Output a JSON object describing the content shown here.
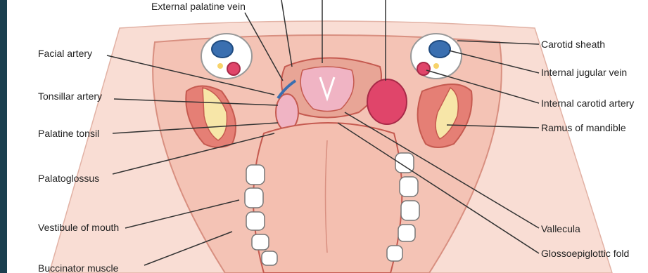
{
  "labels": {
    "left": {
      "external_palatine_vein": "External palatine vein",
      "facial_artery": "Facial artery",
      "tonsillar_artery": "Tonsillar artery",
      "palatine_tonsil": "Palatine tonsil",
      "palatoglossus": "Palatoglossus",
      "vestibule_of_mouth": "Vestibule of mouth",
      "buccinator_muscle": "Buccinator muscle"
    },
    "right": {
      "carotid_sheath": "Carotid sheath",
      "internal_jugular_vein": "Internal jugular vein",
      "internal_carotid_artery": "Internal carotid artery",
      "ramus_of_mandible": "Ramus of mandible",
      "vallecula": "Vallecula",
      "glossoepiglottic_fold": "Glossoepiglottic fold"
    }
  },
  "colors": {
    "background_band": "#1b3f4f",
    "tissue": "#f6c9bd",
    "tissue_dark": "#e8a596",
    "muscle_red": "#e57f75",
    "outline": "#c55a50",
    "bone_yellow": "#f7e6a8",
    "vein_blue": "#3a6fb0",
    "artery_red": "#e0456a",
    "tooth": "#ffffff",
    "leader_line": "#333333"
  }
}
